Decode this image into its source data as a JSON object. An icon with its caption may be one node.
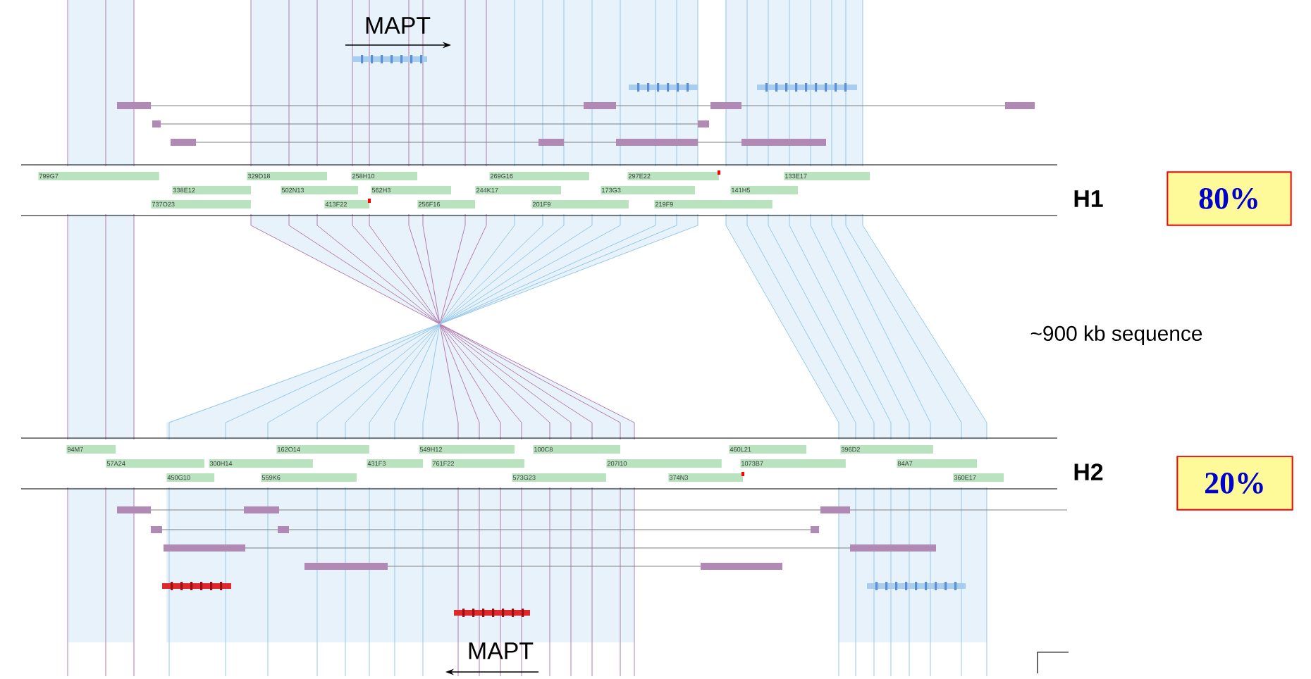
{
  "diagram": {
    "nodes": [
      {
        "text": [
          "799G7"
        ]
      },
      {
        "text": [
          "329D18"
        ]
      },
      {
        "text": [
          "258H10"
        ]
      },
      {
        "text": [
          "269G16"
        ]
      },
      {
        "text": [
          "297E22"
        ]
      },
      {
        "text": [
          "133E17"
        ]
      },
      {
        "text": [
          "338E12"
        ]
      },
      {
        "text": [
          "502N13"
        ]
      },
      {
        "text": [
          "562H3"
        ]
      },
      {
        "text": [
          "244K17"
        ]
      },
      {
        "text": [
          "173G3"
        ]
      },
      {
        "text": [
          "141H5"
        ]
      },
      {
        "text": [
          "737O23"
        ]
      },
      {
        "text": [
          "413F22"
        ]
      },
      {
        "text": [
          "256F16"
        ]
      },
      {
        "text": [
          "201F9"
        ]
      },
      {
        "text": [
          "219F9"
        ]
      },
      {
        "text": [
          "80%"
        ]
      },
      {
        "text": [
          "94M7"
        ]
      },
      {
        "text": [
          "162O14"
        ]
      },
      {
        "text": [
          "549H12"
        ]
      },
      {
        "text": [
          "100C8"
        ]
      },
      {
        "text": [
          "460L21"
        ]
      },
      {
        "text": [
          "396D2"
        ]
      },
      {
        "text": [
          "57A24"
        ]
      },
      {
        "text": [
          "300H14"
        ]
      },
      {
        "text": [
          "431F3"
        ]
      },
      {
        "text": [
          "761F22"
        ]
      },
      {
        "text": [
          "207I10"
        ]
      },
      {
        "text": [
          "1073B7"
        ]
      },
      {
        "text": [
          "84A7"
        ]
      },
      {
        "text": [
          "450G10"
        ]
      },
      {
        "text": [
          "559K6"
        ]
      },
      {
        "text": [
          "573G23"
        ]
      },
      {
        "text": [
          "374N3"
        ]
      },
      {
        "text": [
          "360E17"
        ]
      },
      {
        "text": [
          "20%"
        ]
      }
    ],
    "labels": [
      "MAPT",
      "H1",
      "~900 kb sequence",
      "H2",
      "MAPT"
    ]
  }
}
